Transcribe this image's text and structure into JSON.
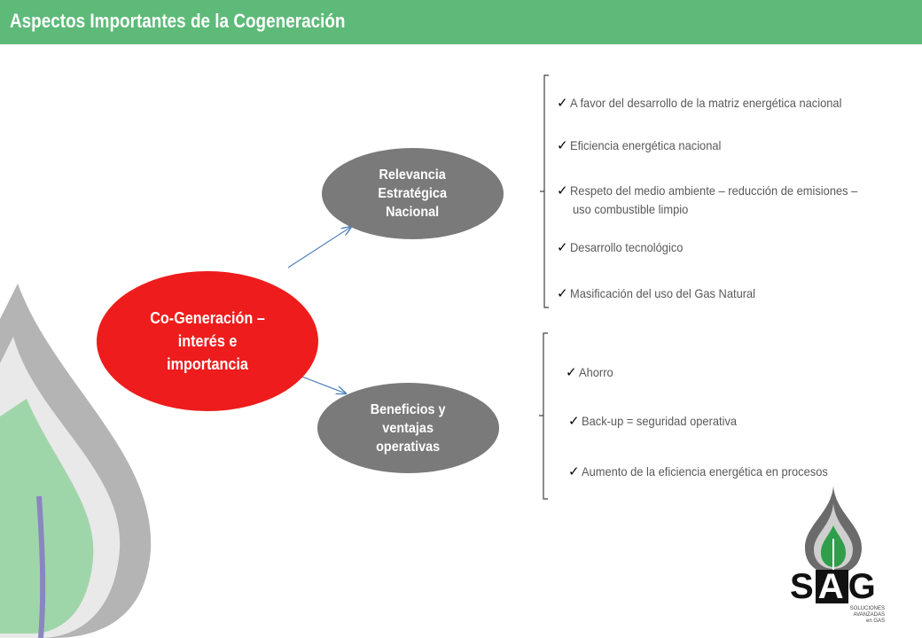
{
  "header": {
    "title": "Aspectos Importantes de la Cogeneración",
    "color": "#5dba78"
  },
  "nodes": {
    "main": {
      "lines": [
        "Co-Generación –",
        "interés e",
        "importancia"
      ],
      "color": "#ee1c1c"
    },
    "relevancia": {
      "lines": [
        "Relevancia",
        "Estratégica",
        "Nacional"
      ],
      "color": "#7a7a7a"
    },
    "beneficios": {
      "lines": [
        "Beneficios y",
        "ventajas",
        "operativas"
      ],
      "color": "#7a7a7a"
    }
  },
  "relevancia_items": [
    {
      "text": "A favor del desarrollo de la matriz energética nacional"
    },
    {
      "text": "Eficiencia energética nacional"
    },
    {
      "text": "Respeto del medio ambiente – reducción de emisiones –",
      "text2": "uso combustible limpio"
    },
    {
      "text": "Desarrollo tecnológico"
    },
    {
      "text": "Masificación del uso del Gas Natural"
    }
  ],
  "beneficios_items": [
    {
      "text": "Ahorro"
    },
    {
      "text": "Back-up = seguridad operativa"
    },
    {
      "text": "Aumento de la eficiencia energética en procesos"
    }
  ],
  "check_glyph": "✓",
  "logo": {
    "letter_s": "S",
    "letter_a": "A",
    "letter_g": "G",
    "subtitle": [
      "SOLUCIONES",
      "AVANZADAS",
      "en GAS"
    ]
  }
}
